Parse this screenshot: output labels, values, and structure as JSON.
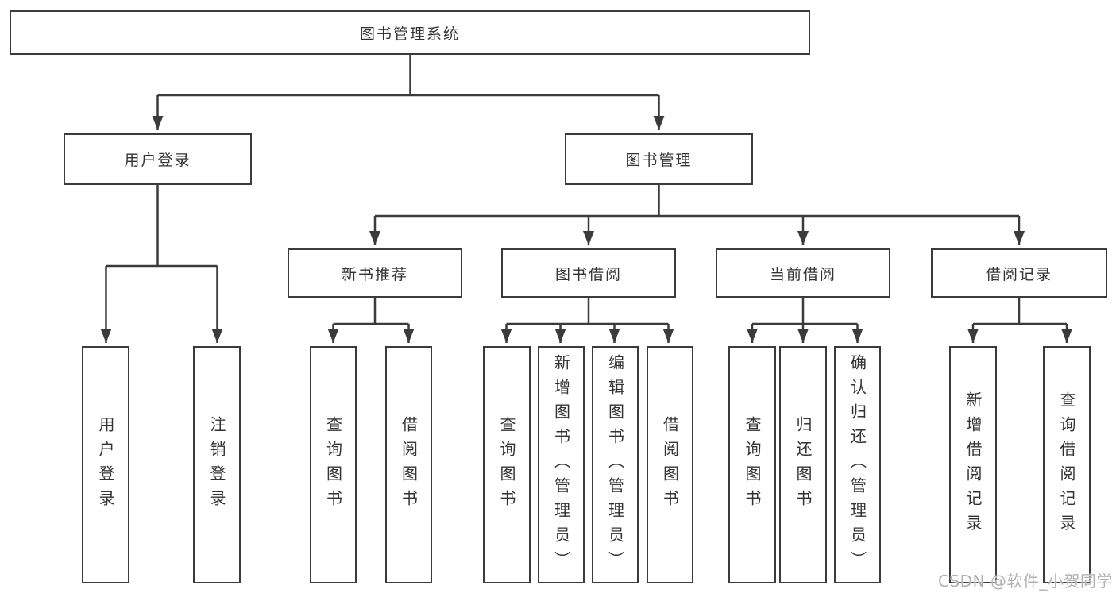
{
  "diagram": {
    "title": "图书管理系统",
    "tree": {
      "root": {
        "label": "图书管理系统"
      },
      "branches": [
        {
          "label": "用户登录",
          "children": [
            {
              "label": "用户登录"
            },
            {
              "label": "注销登录"
            }
          ]
        },
        {
          "label": "图书管理",
          "children": [
            {
              "label": "新书推荐",
              "children": [
                {
                  "label": "查询图书"
                },
                {
                  "label": "借阅图书"
                }
              ]
            },
            {
              "label": "图书借阅",
              "children": [
                {
                  "label": "查询图书"
                },
                {
                  "label": "新增图书（管理员）"
                },
                {
                  "label": "编辑图书（管理员）"
                },
                {
                  "label": "借阅图书"
                }
              ]
            },
            {
              "label": "当前借阅",
              "children": [
                {
                  "label": "查询图书"
                },
                {
                  "label": "归还图书"
                },
                {
                  "label": "确认归还（管理员）"
                }
              ]
            },
            {
              "label": "借阅记录",
              "children": [
                {
                  "label": "新增借阅记录"
                },
                {
                  "label": "查询借阅记录"
                }
              ]
            }
          ]
        }
      ]
    },
    "watermark": "CSDN @软件_小贺同学",
    "colors": {
      "line": "#3b3b3b",
      "text": "#333333",
      "background": "#ffffff",
      "watermark": "#b2b2b2"
    }
  }
}
